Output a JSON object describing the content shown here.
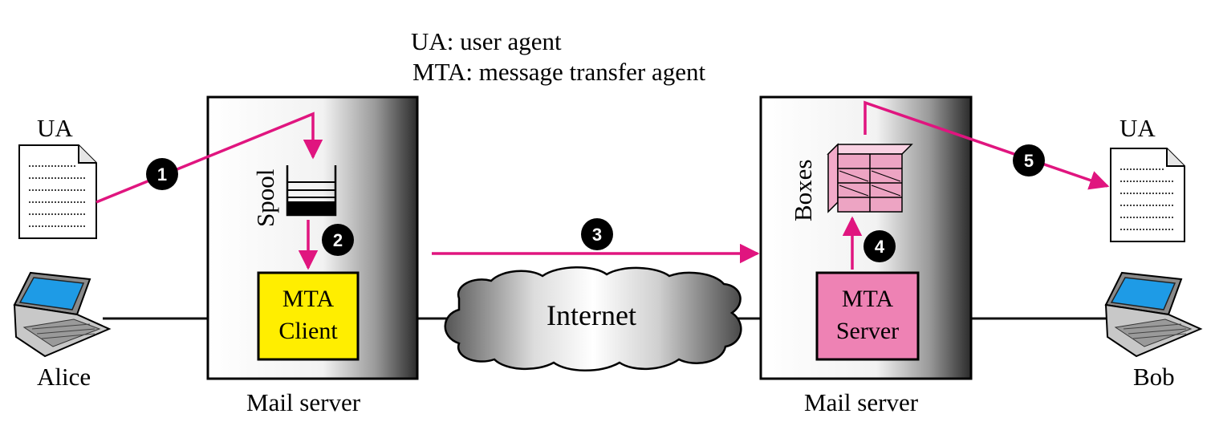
{
  "legend": {
    "ua_def": "UA: user agent",
    "mta_def": "MTA: message transfer agent"
  },
  "sender": {
    "ua_label": "UA",
    "person": "Alice",
    "server_label": "Mail server",
    "spool_label": "Spool",
    "mta_line1": "MTA",
    "mta_line2": "Client"
  },
  "receiver": {
    "ua_label": "UA",
    "person": "Bob",
    "server_label": "Mail server",
    "boxes_label": "Boxes",
    "mta_line1": "MTA",
    "mta_line2": "Server"
  },
  "network": {
    "label": "Internet"
  },
  "steps": [
    "1",
    "2",
    "3",
    "4",
    "5"
  ],
  "colors": {
    "arrow": "#e0157f",
    "mta_client_fill": "#ffee00",
    "mta_server_fill": "#ee82b4",
    "laptop_screen": "#1e9be6",
    "step_fill": "#000000"
  }
}
